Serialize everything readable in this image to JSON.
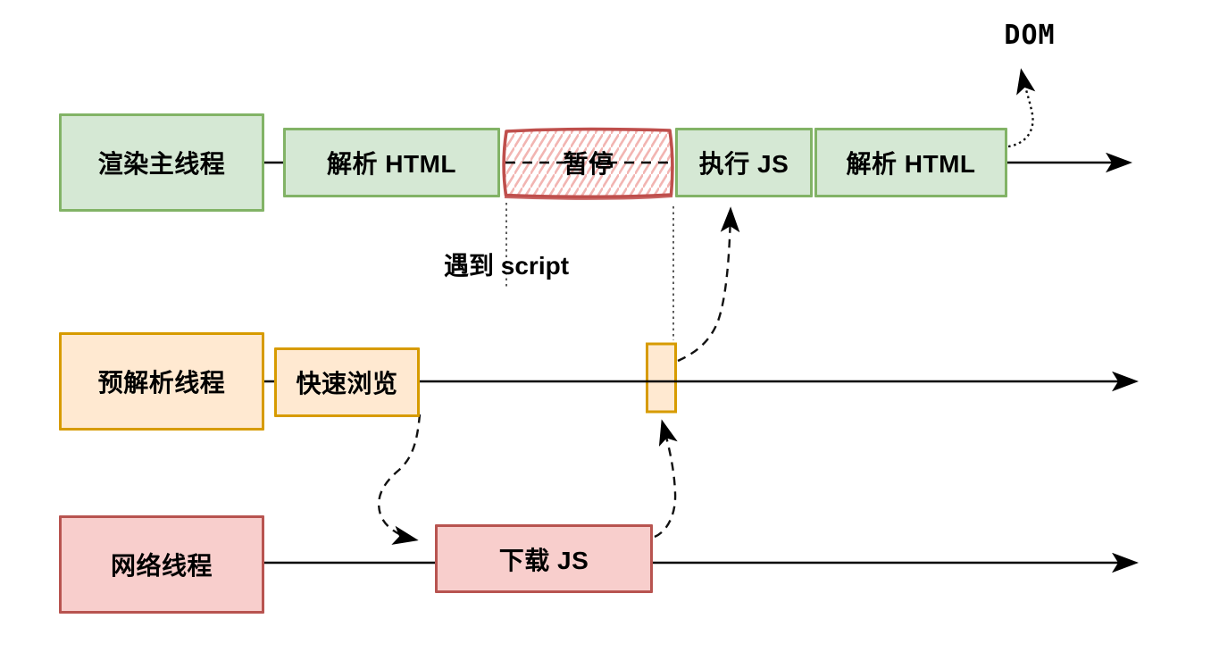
{
  "diagram_type": "browser-parsing-thread-timeline",
  "lanes": [
    {
      "label": "渲染主线程",
      "segments": [
        "解析 HTML",
        "暂停",
        "执行 JS",
        "解析 HTML"
      ]
    },
    {
      "label": "预解析线程",
      "segments": [
        "快速浏览"
      ]
    },
    {
      "label": "网络线程",
      "segments": [
        "下载 JS"
      ]
    }
  ],
  "annotations": {
    "dom_label": "DOM",
    "encounter_script_label": "遇到 script"
  },
  "colors": {
    "green_fill": "#d5e8d4",
    "green_stroke": "#82b366",
    "orange_fill": "#ffe9d1",
    "orange_stroke": "#d79b00",
    "red_fill": "#f8cecc",
    "red_stroke": "#b85450",
    "pause_border": "#bf4f4c",
    "pause_hatch": "#f2b5b2",
    "timeline": "#000000",
    "guide_dots": "#5b5b5b"
  }
}
